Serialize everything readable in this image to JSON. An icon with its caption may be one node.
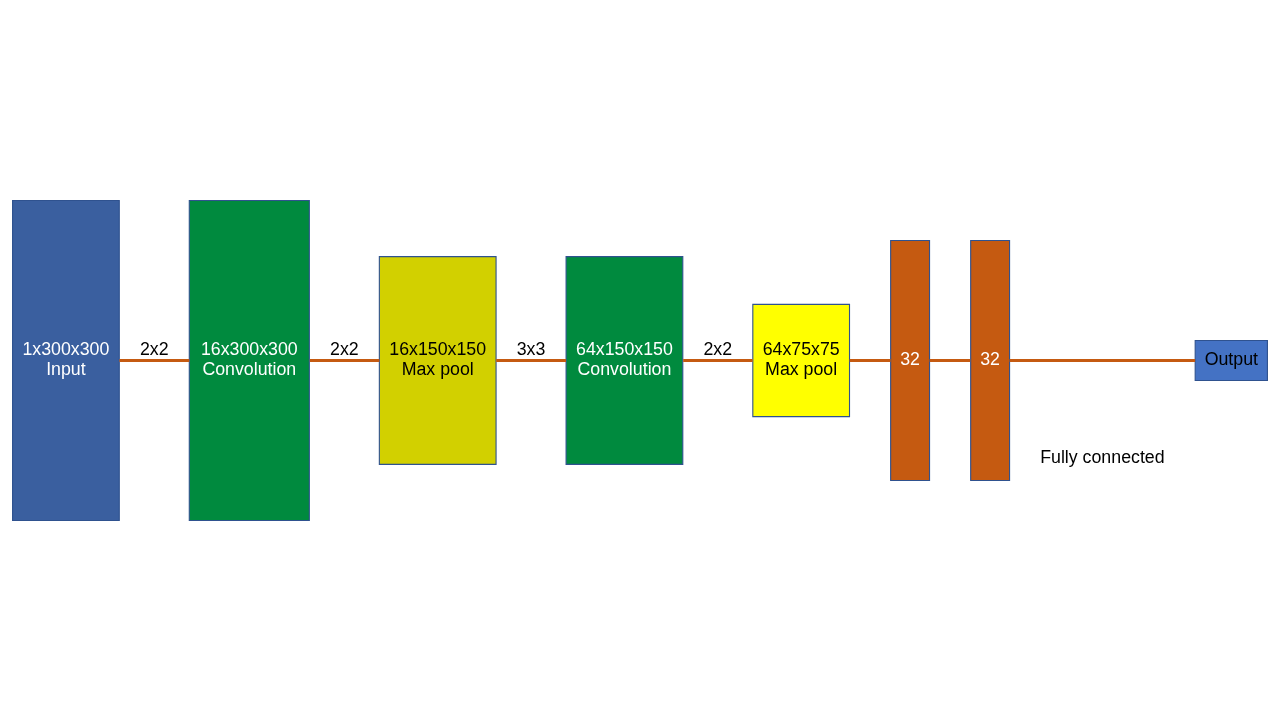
{
  "diagram": {
    "nodes": [
      {
        "text": [
          "1x300x300",
          "Input"
        ]
      },
      {
        "text": [
          "16x300x300",
          "Convolution"
        ]
      },
      {
        "text": [
          "16x150x150",
          "Max pool"
        ]
      },
      {
        "text": [
          "64x150x150",
          "Convolution"
        ]
      },
      {
        "text": [
          "64x75x75",
          "Max pool"
        ]
      },
      {
        "text": [
          "32"
        ]
      },
      {
        "text": [
          "32"
        ]
      },
      {
        "text": [
          "Output"
        ]
      }
    ],
    "edges": [
      {
        "from": 0,
        "to": 1,
        "label": "2x2",
        "arrow": "none"
      },
      {
        "from": 1,
        "to": 2,
        "label": "2x2",
        "arrow": "none"
      },
      {
        "from": 2,
        "to": 3,
        "label": "3x3",
        "arrow": "none"
      },
      {
        "from": 3,
        "to": 4,
        "label": "2x2",
        "arrow": "none"
      },
      {
        "from": 4,
        "to": 5,
        "arrow": "none"
      },
      {
        "from": 5,
        "to": 6,
        "arrow": "none"
      },
      {
        "from": 6,
        "to": 7,
        "arrow": "none"
      }
    ],
    "labels": [
      "Fully connected"
    ]
  }
}
